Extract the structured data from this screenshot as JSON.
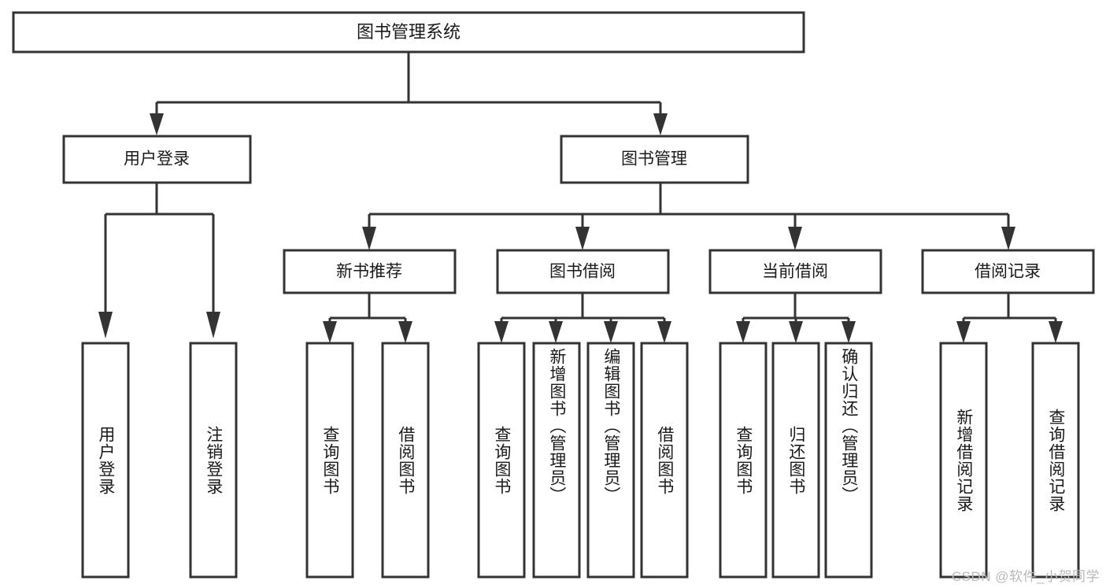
{
  "diagram": {
    "type": "tree-hierarchy-flowchart",
    "title": "图书管理系统",
    "levels": 4,
    "watermark": "CSDN @软件_小贺同学",
    "colors": {
      "stroke": "#333333",
      "fill": "#ffffff",
      "text": "#1a1a1a",
      "watermark": "#b9b9b9",
      "background": "#ffffff"
    },
    "root": {
      "label": "图书管理系统",
      "orientation": "horizontal"
    },
    "level2": [
      {
        "id": "user-login",
        "label": "用户登录",
        "orientation": "horizontal"
      },
      {
        "id": "book-manage",
        "label": "图书管理",
        "orientation": "horizontal"
      }
    ],
    "level3": [
      {
        "id": "new-book-recommend",
        "label": "新书推荐",
        "orientation": "horizontal",
        "parent": "book-manage"
      },
      {
        "id": "book-borrow",
        "label": "图书借阅",
        "orientation": "horizontal",
        "parent": "book-manage"
      },
      {
        "id": "current-borrow",
        "label": "当前借阅",
        "orientation": "horizontal",
        "parent": "book-manage"
      },
      {
        "id": "borrow-record",
        "label": "借阅记录",
        "orientation": "horizontal",
        "parent": "book-manage"
      }
    ],
    "leaves": [
      {
        "id": "leaf-user-login",
        "label": "用户登录",
        "orientation": "vertical",
        "parent": "user-login"
      },
      {
        "id": "leaf-logout",
        "label": "注销登录",
        "orientation": "vertical",
        "parent": "user-login"
      },
      {
        "id": "leaf-query-book-1",
        "label": "查询图书",
        "orientation": "vertical",
        "parent": "new-book-recommend"
      },
      {
        "id": "leaf-borrow-book-1",
        "label": "借阅图书",
        "orientation": "vertical",
        "parent": "new-book-recommend"
      },
      {
        "id": "leaf-query-book-2",
        "label": "查询图书",
        "orientation": "vertical",
        "parent": "book-borrow"
      },
      {
        "id": "leaf-add-book",
        "label": "新增图书（管理员）",
        "orientation": "vertical",
        "parent": "book-borrow"
      },
      {
        "id": "leaf-edit-book",
        "label": "编辑图书（管理员）",
        "orientation": "vertical",
        "parent": "book-borrow"
      },
      {
        "id": "leaf-borrow-book-2",
        "label": "借阅图书",
        "orientation": "vertical",
        "parent": "book-borrow"
      },
      {
        "id": "leaf-query-book-3",
        "label": "查询图书",
        "orientation": "vertical",
        "parent": "current-borrow"
      },
      {
        "id": "leaf-return-book",
        "label": "归还图书",
        "orientation": "vertical",
        "parent": "current-borrow"
      },
      {
        "id": "leaf-confirm-return",
        "label": "确认归还（管理员）",
        "orientation": "vertical",
        "parent": "current-borrow"
      },
      {
        "id": "leaf-add-record",
        "label": "新增借阅记录",
        "orientation": "vertical",
        "parent": "borrow-record"
      },
      {
        "id": "leaf-query-record",
        "label": "查询借阅记录",
        "orientation": "vertical",
        "parent": "borrow-record"
      }
    ]
  }
}
